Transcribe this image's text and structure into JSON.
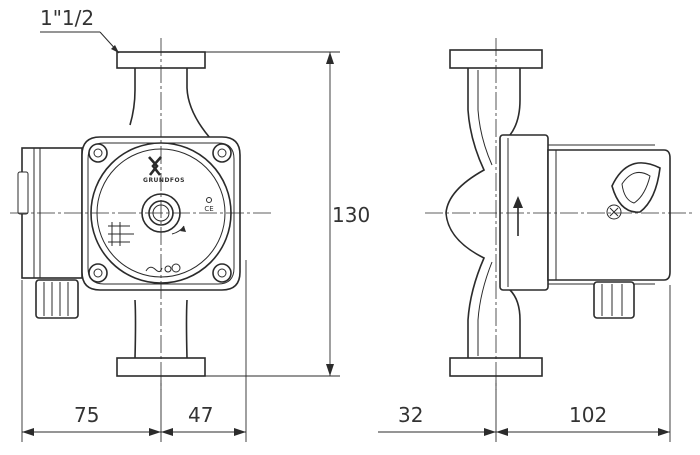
{
  "drawing": {
    "thread_label": "1\"1/2",
    "brand_label": "GRUNDFOS",
    "ce_label": "CE",
    "dimensions": {
      "height": "130",
      "left_width": "75",
      "right_width": "47",
      "side_offset": "32",
      "side_width": "102"
    }
  }
}
